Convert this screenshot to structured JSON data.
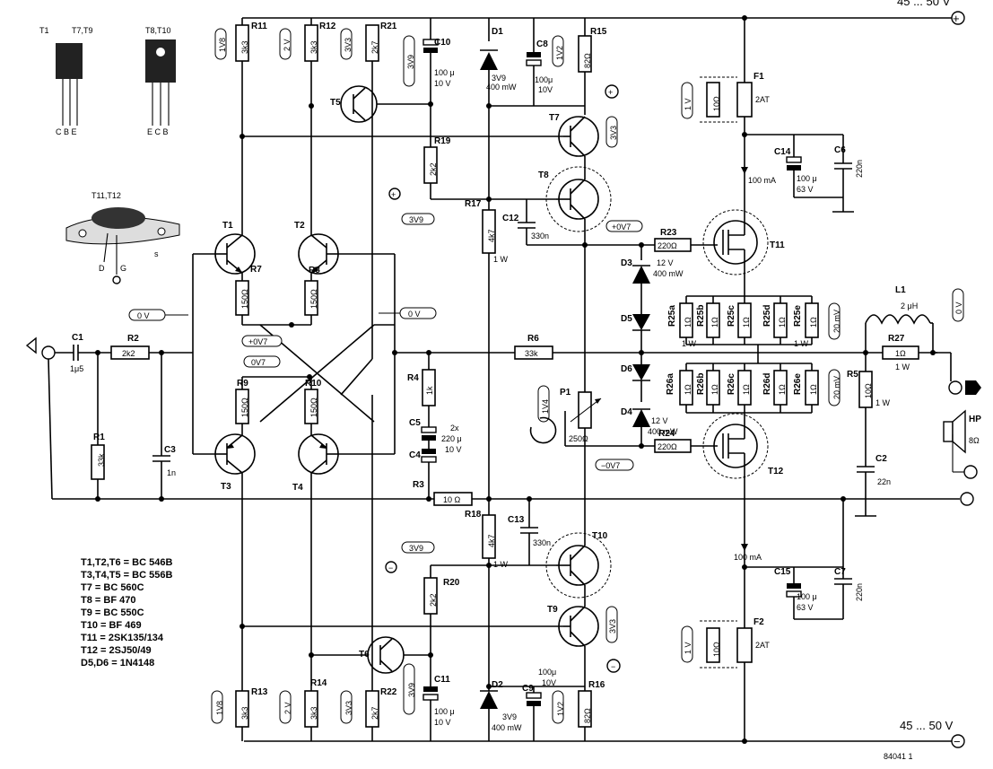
{
  "supply_pos": "45 ... 50 V",
  "supply_neg": "45 ... 50 V",
  "plus_sign": "+",
  "minus_sign": "−",
  "figure_number": "84041 1",
  "pinouts": {
    "t1": "T1",
    "t7t9": "T7,T9",
    "t8t10": "T8,T10",
    "t11t12": "T11,T12",
    "pins_small": "C B E",
    "pins_power": "E C B",
    "pin_s": "s",
    "pin_d": "D",
    "pin_g": "G"
  },
  "transistors": [
    "T1",
    "T2",
    "T3",
    "T4",
    "T5",
    "T6",
    "T7",
    "T8",
    "T9",
    "T10",
    "T11",
    "T12"
  ],
  "resistors": {
    "R1": "R1",
    "R1v": "33k",
    "R2": "R2",
    "R2v": "2k2",
    "R3": "R3",
    "R3v": "10 Ω",
    "R4": "R4",
    "R4v": "1k",
    "R5": "R5",
    "R5v": "10Ω",
    "R5p": "1 W",
    "R6": "R6",
    "R6v": "33k",
    "R7": "R7",
    "R7v": "150Ω",
    "R8": "R8",
    "R8v": "150Ω",
    "R9": "R9",
    "R9v": "150Ω",
    "R10": "R10",
    "R10v": "150Ω",
    "R11": "R11",
    "R11v": "3k3",
    "R12": "R12",
    "R12v": "3k3",
    "R13": "R13",
    "R13v": "3k3",
    "R14": "R14",
    "R14v": "3k3",
    "R15": "R15",
    "R15v": "82Ω",
    "R16": "R16",
    "R16v": "82Ω",
    "R17": "R17",
    "R17v": "4k7",
    "R17p": "1 W",
    "R18": "R18",
    "R18v": "4k7",
    "R18p": "1 W",
    "R19": "R19",
    "R19v": "2k2",
    "R20": "R20",
    "R20v": "2k2",
    "R21": "R21",
    "R21v": "2k7",
    "R22": "R22",
    "R22v": "2k7",
    "R23": "R23",
    "R23v": "220Ω",
    "R24": "R24",
    "R24v": "220Ω",
    "R27": "R27",
    "R27v": "1Ω",
    "R27p": "1 W",
    "R25": [
      "R25a",
      "R25b",
      "R25c",
      "R25d",
      "R25e"
    ],
    "R26": [
      "R26a",
      "R26b",
      "R26c",
      "R26d",
      "R26e"
    ],
    "one_ohm": "1Ω",
    "one_w": "1 W",
    "ten_ohm": "10Ω"
  },
  "capacitors": {
    "C1": "C1",
    "C1v": "1μ5",
    "C2": "C2",
    "C2v": "22n",
    "C3": "C3",
    "C3v": "1n",
    "C4": "C4",
    "C5": "C5",
    "C45v1": "2x",
    "C45v2": "220 μ",
    "C45v3": "10 V",
    "C6": "C6",
    "C6v": "220n",
    "C7": "C7",
    "C7v": "220n",
    "C8": "C8",
    "C8v1": "100μ",
    "C8v2": "10V",
    "C9": "C9",
    "C9v1": "100μ",
    "C9v2": "10V",
    "C10": "C10",
    "C11": "C11",
    "C1011v1": "100 μ",
    "C1011v2": "10 V",
    "C12": "C12",
    "C12v": "330n",
    "C13": "C13",
    "C13v": "330n",
    "C14": "C14",
    "C15": "C15",
    "C1415v1": "100 μ",
    "C1415v2": "63 V"
  },
  "diodes": {
    "D1": "D1",
    "D2": "D2",
    "D12v1": "3V9",
    "D12v2": "400 mW",
    "D3": "D3",
    "D4": "D4",
    "D34v1": "12 V",
    "D34v2": "400 mW",
    "D5": "D5",
    "D6": "D6"
  },
  "misc": {
    "P1": "P1",
    "P1v": "250Ω",
    "L1": "L1",
    "L1v": "2 μH",
    "F1": "F1",
    "F2": "F2",
    "fuse_v": "2AT",
    "HP": "HP",
    "HPv": "8Ω",
    "current": "100 mA"
  },
  "voltages": {
    "v1v8": "1V8",
    "v2v": "2 V",
    "v3v3": "3V3",
    "v3v9": "3V9",
    "v1v2": "1V2",
    "v0v": "0 V",
    "p0v7": "+0V7",
    "v0v7": "0V7",
    "m0v7": "−0V7",
    "v1v4": "1V4",
    "v20mv": "20 mV",
    "v1v": "1 V"
  },
  "legend": [
    "T1,T2,T6 = BC 546B",
    "T3,T4,T5 = BC 556B",
    "T7 = BC 560C",
    "T8 = BF 470",
    "T9 = BC 550C",
    "T10 = BF 469",
    "T11 = 2SK135/134",
    "T12 = 2SJ50/49",
    "D5,D6 = 1N4148"
  ]
}
